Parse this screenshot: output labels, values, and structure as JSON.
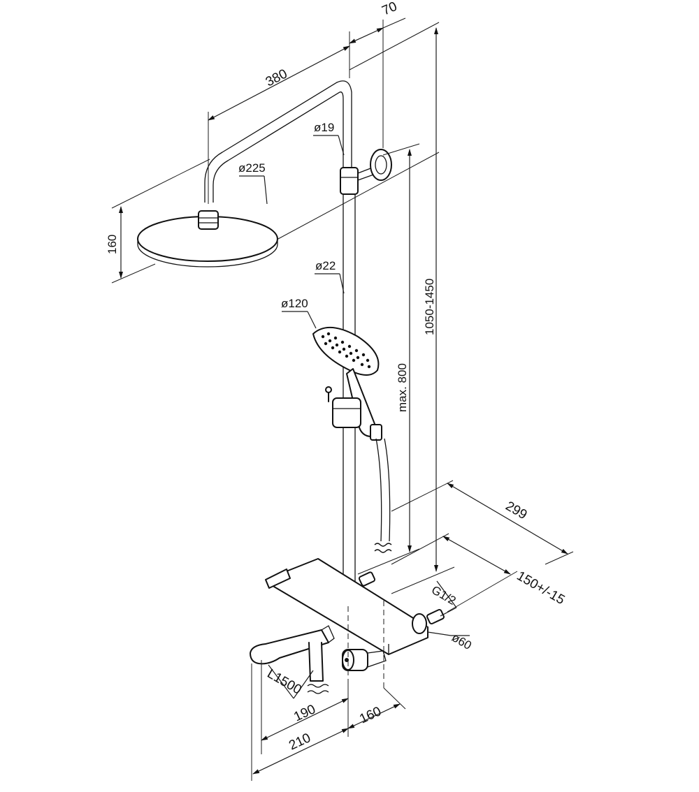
{
  "drawing": {
    "dimensions": {
      "arm_depth": "70",
      "arm_reach": "380",
      "pipe_top_dia": "ø19",
      "head_dia": "ø225",
      "head_height": "160",
      "pipe_dia": "ø22",
      "hand_shower_dia": "ø120",
      "height_range": "1050-1450",
      "max_height": "max. 800",
      "wall_depth": "299",
      "spacing": "150+/-15",
      "thread": "G1/2",
      "flange_dia": "ø60",
      "hose_length": "L1500",
      "spout_190": "190",
      "spout_210": "210",
      "mixer_depth": "160"
    }
  }
}
